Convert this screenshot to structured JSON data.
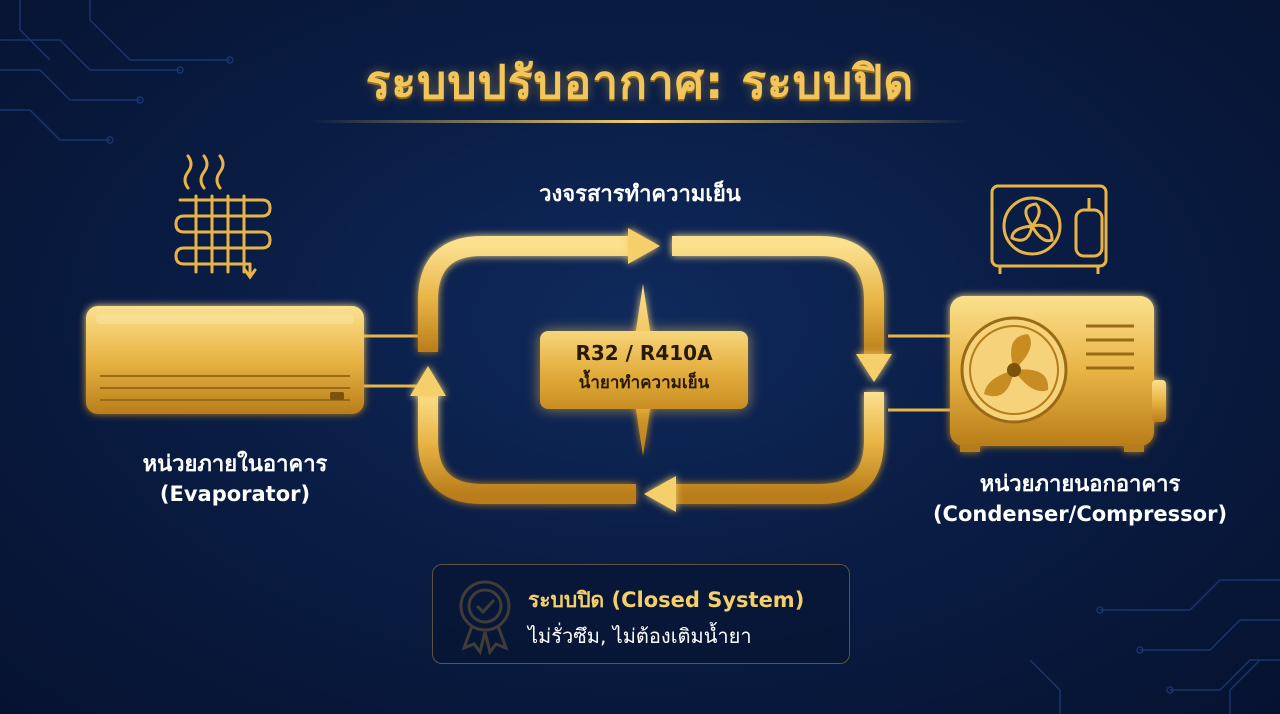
{
  "title": "ระบบปรับอากาศ: ระบบปิด",
  "cycle_label": "วงจรสารทำความเย็น",
  "refrigerant": {
    "line1": "R32 / R410A",
    "line2": "น้ำยาทำความเย็น"
  },
  "indoor_unit": {
    "name": "หน่วยภายในอาคาร",
    "role": "(Evaporator)"
  },
  "outdoor_unit": {
    "name": "หน่วยภายนอกอาคาร",
    "role": "(Condenser/Compressor)"
  },
  "badge": {
    "title": "ระบบปิด (Closed System)",
    "subtitle": "ไม่รั่วซึม, ไม่ต้องเติมน้ำยา"
  },
  "icons": {
    "evaporator": "evaporator-coil-icon",
    "outdoor": "outdoor-compressor-icon",
    "badge": "award-ribbon-icon"
  },
  "colors": {
    "gold": "#f2c65a",
    "background": "#0a1d45"
  }
}
